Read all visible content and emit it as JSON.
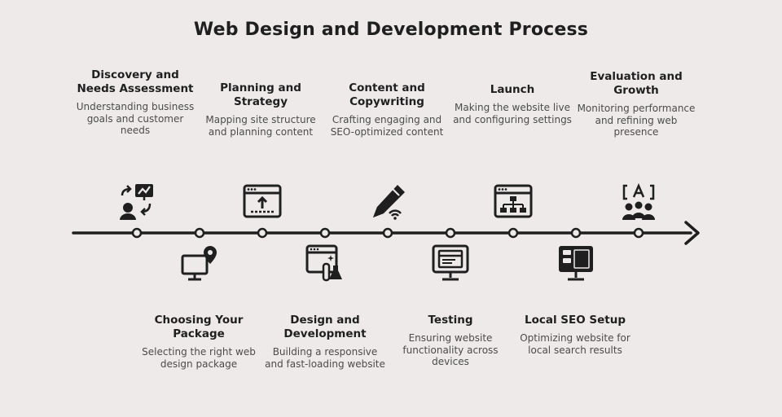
{
  "title": "Web Design and Development Process",
  "steps": [
    {
      "title": "Discovery and Needs Assessment",
      "desc": "Understanding business goals and customer needs",
      "icon": "discovery-icon"
    },
    {
      "title": "Choosing Your Package",
      "desc": "Selecting the right web design package",
      "icon": "monitor-location-icon"
    },
    {
      "title": "Planning and Strategy",
      "desc": "Mapping site structure and planning content",
      "icon": "browser-upload-icon"
    },
    {
      "title": "Design and Development",
      "desc": "Building a responsive and fast-loading website",
      "icon": "browser-flask-icon"
    },
    {
      "title": "Content and Copywriting",
      "desc": "Crafting engaging and SEO-optimized content",
      "icon": "pen-wifi-icon"
    },
    {
      "title": "Testing",
      "desc": "Ensuring website functionality across devices",
      "icon": "monitor-test-icon"
    },
    {
      "title": "Launch",
      "desc": "Making the website live and configuring settings",
      "icon": "browser-sitemap-icon"
    },
    {
      "title": "Local SEO Setup",
      "desc": "Optimizing website for local search results",
      "icon": "monitor-layout-icon"
    },
    {
      "title": "Evaluation and Growth",
      "desc": "Monitoring performance and refining web presence",
      "icon": "team-analysis-icon"
    }
  ],
  "colors": {
    "background": "#eeeaea",
    "ink": "#1f1f1f",
    "muted": "#4b4b4b"
  }
}
